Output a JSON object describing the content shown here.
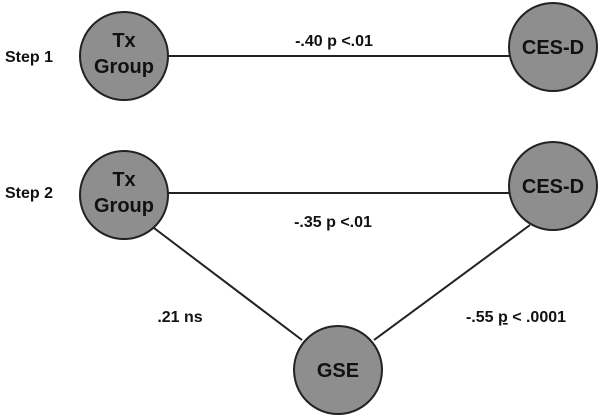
{
  "colors": {
    "node_fill": "#8e8e8e",
    "node_stroke": "#222222",
    "edge": "#222222",
    "text": "#111111",
    "background": "#ffffff"
  },
  "steps": {
    "step1": "Step 1",
    "step2": "Step 2"
  },
  "nodes": {
    "s1_tx": {
      "line1": "Tx",
      "line2": "Group"
    },
    "s1_cesd": {
      "label": "CES-D"
    },
    "s2_tx": {
      "line1": "Tx",
      "line2": "Group"
    },
    "s2_cesd": {
      "label": "CES-D"
    },
    "s2_gse": {
      "label": "GSE"
    }
  },
  "edges": {
    "s1_tx_cesd": {
      "coef": "-.40 p <.01"
    },
    "s2_tx_cesd": {
      "coef": "-.35 p <.01"
    },
    "s2_tx_gse": {
      "coef": ".21 ns"
    },
    "s2_gse_cesd": {
      "coef_pre": "-.55 ",
      "coef_p": "p",
      "coef_post": " < .0001"
    }
  }
}
